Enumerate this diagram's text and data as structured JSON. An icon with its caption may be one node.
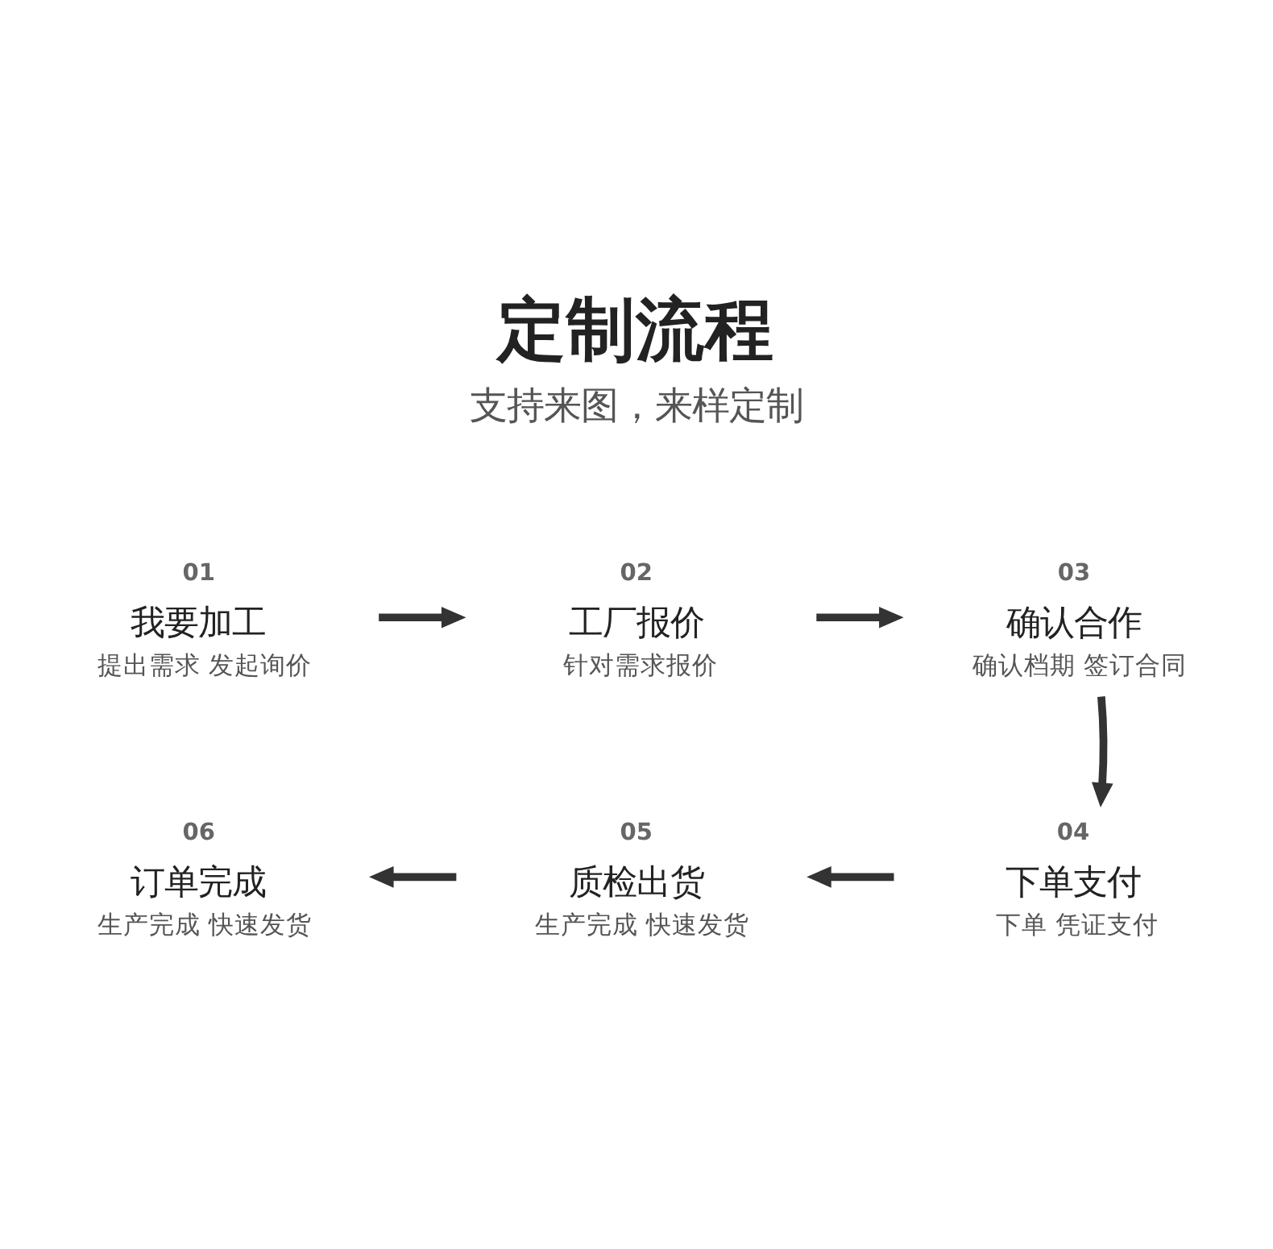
{
  "diagram": {
    "title": "定制流程",
    "nodes": [
      {
        "text": [
          "01",
          "我要加工",
          "提出需求 发起询价"
        ]
      },
      {
        "text": [
          "02",
          "工厂报价",
          "针对需求报价"
        ]
      },
      {
        "text": [
          "03",
          "确认合作",
          "确认档期 签订合同"
        ]
      },
      {
        "text": [
          "04",
          "下单支付",
          "下单 凭证支付"
        ]
      },
      {
        "text": [
          "05",
          "质检出货",
          "生产完成 快速发货"
        ]
      },
      {
        "text": [
          "06",
          "订单完成",
          "生产完成 快速发货"
        ]
      }
    ],
    "edges": [
      {
        "from": 0,
        "to": 1,
        "arrow": "to"
      },
      {
        "from": 1,
        "to": 2,
        "arrow": "to"
      },
      {
        "from": 2,
        "to": 3,
        "arrow": "to"
      },
      {
        "from": 3,
        "to": 4,
        "arrow": "to"
      },
      {
        "from": 4,
        "to": 5,
        "arrow": "to"
      }
    ],
    "labels": [
      "支持来图，来样定制"
    ]
  }
}
